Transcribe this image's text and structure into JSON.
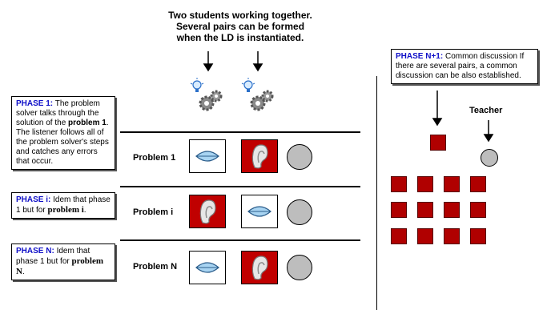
{
  "header_note": "Two students working together.\nSeveral pairs can be formed\nwhen the LD is instantiated.",
  "phases": {
    "p1": {
      "title": "PHASE 1:",
      "text_a": " The problem solver talks through the solution of the ",
      "bold": "problem 1",
      "text_b": ". The listener follows all of the problem solver's steps and catches any errors that occur."
    },
    "pi": {
      "title": "PHASE i:",
      "text_a": " Idem that phase 1 but for ",
      "bold": "problem i",
      "text_b": "."
    },
    "pn": {
      "title": "PHASE N:",
      "text_a": " Idem that phase 1 but for ",
      "bold": "problem N",
      "text_b": "."
    },
    "pn1": {
      "title": "PHASE N+1:",
      "text_a": " Common discussion If there are several pairs, a common discussion can be also established."
    }
  },
  "problems": [
    "Problem 1",
    "Problem i",
    "Problem N"
  ],
  "teacher_label": "Teacher",
  "icons": {
    "role_mouth": "mouth-icon",
    "role_ear": "ear-icon",
    "idea": "lightbulb-gears-icon"
  },
  "colors": {
    "phase_title": "#1010c8",
    "tile_red": "#c00000",
    "student_square": "#b00000",
    "circle": "#bdbdbd"
  }
}
